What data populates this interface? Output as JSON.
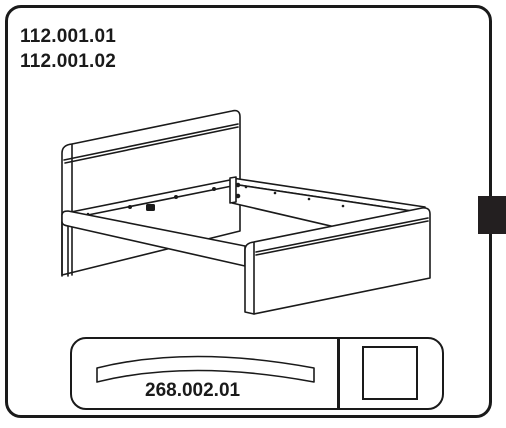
{
  "product_codes": [
    "112.001.01",
    "112.001.02"
  ],
  "part": {
    "code": "268.002.01"
  },
  "colors": {
    "line": "#1a1a1a",
    "tab": "#231f20",
    "background": "#ffffff"
  }
}
